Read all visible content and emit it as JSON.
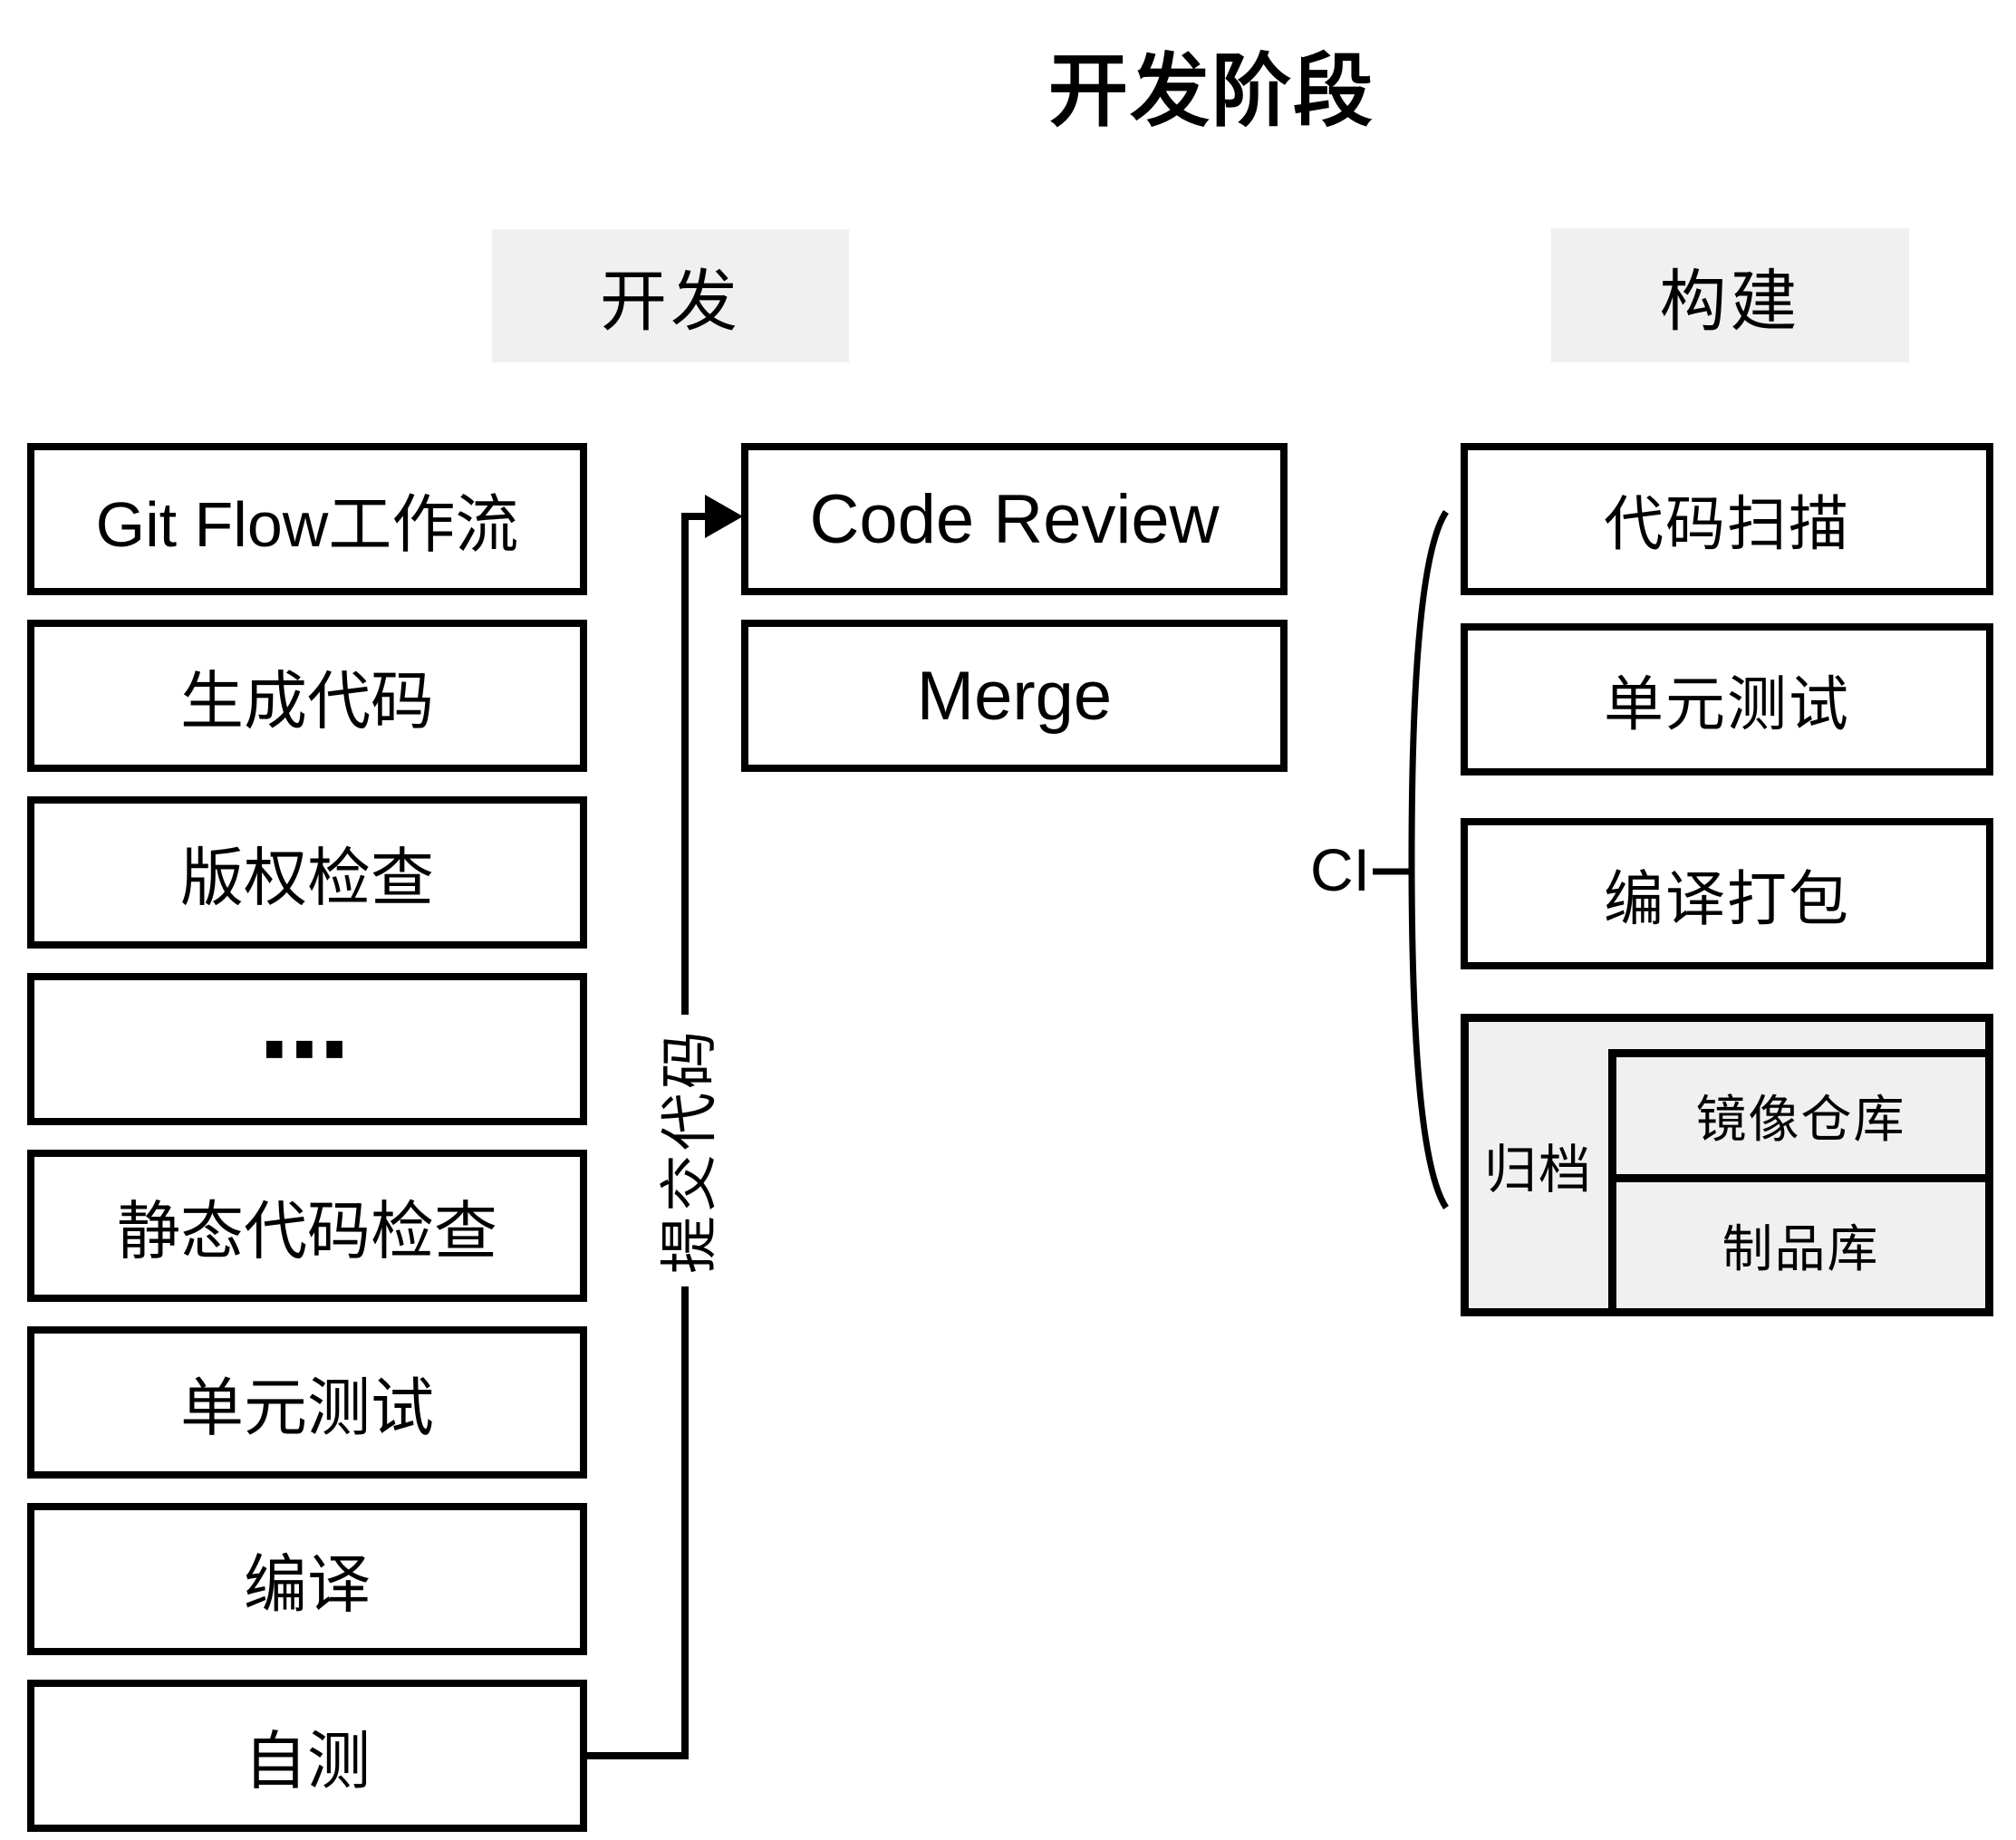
{
  "title": "开发阶段",
  "columns": {
    "dev": {
      "label": "开发",
      "boxes": [
        "Git Flow工作流",
        "生成代码",
        "版权检查",
        "⋯",
        "静态代码检查",
        "单元测试",
        "编译",
        "自测"
      ]
    },
    "review": {
      "boxes": [
        "Code Review",
        "Merge"
      ]
    },
    "build": {
      "label": "构建",
      "boxes": [
        "代码扫描",
        "单元测试",
        "编译打包"
      ],
      "archive": {
        "label": "归档",
        "children": [
          "镜像仓库",
          "制品库"
        ]
      }
    }
  },
  "annotations": {
    "commit_label": "提交代码",
    "ci_label": "CI"
  },
  "colors": {
    "border": "#000000",
    "highlight_bg": "#f0f0f0",
    "box_bg": "#ffffff",
    "text": "#000000"
  }
}
